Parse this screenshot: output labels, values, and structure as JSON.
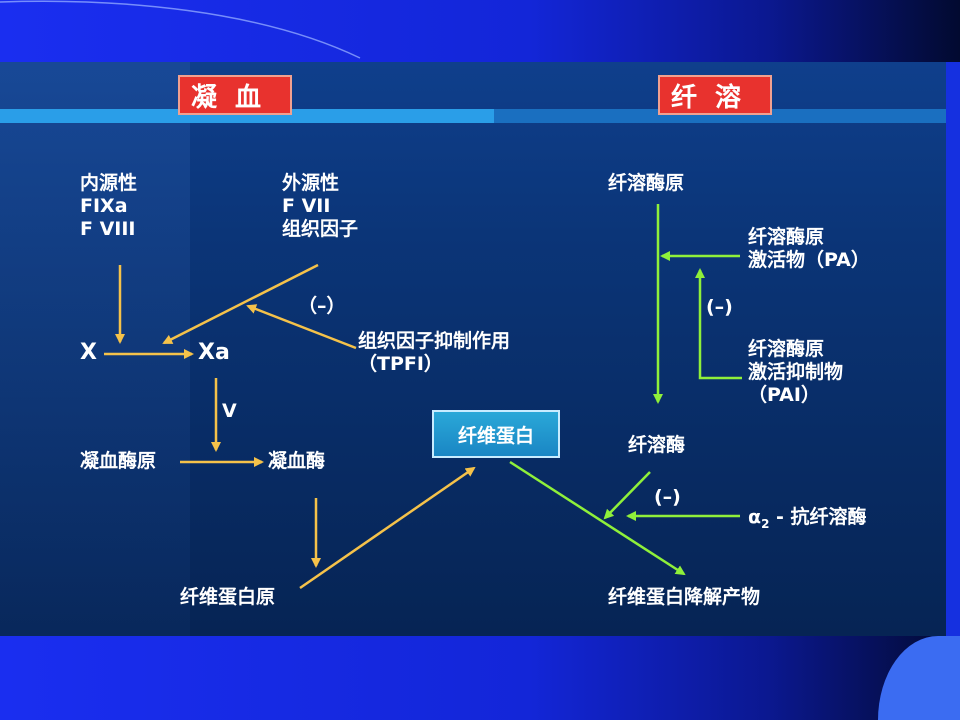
{
  "headings": {
    "coagulation": "凝血",
    "fibrinolysis": "纤溶"
  },
  "coag": {
    "intrinsic": [
      "内源性",
      "FIXa",
      "F VIII"
    ],
    "extrinsic": [
      "外源性",
      "F VII",
      "组织因子"
    ],
    "inhibit_sign": "（–）",
    "tfpi": [
      "组织因子抑制作用",
      "（TPFI）"
    ],
    "x": "X",
    "xa": "Xa",
    "v": "V",
    "prothrombin": "凝血酶原",
    "thrombin": "凝血酶",
    "fibrinogen": "纤维蛋白原",
    "fibrin": "纤维蛋白"
  },
  "fib": {
    "plasminogen": "纤溶酶原",
    "pa": [
      "纤溶酶原",
      "激活物（PA）"
    ],
    "inhibit_sign_1": "(–)",
    "pai": [
      "纤溶酶原",
      "激活抑制物",
      "（PAI）"
    ],
    "plasmin": "纤溶酶",
    "inhibit_sign_2": "(–)",
    "antiplasmin_alpha": "α",
    "antiplasmin_sub": "2",
    "antiplasmin_rest": " - 抗纤溶酶",
    "fdp": "纤维蛋白降解产物"
  },
  "colors": {
    "coag_arrow": "#f5c24a",
    "fib_arrow": "#8ff03a",
    "heading_box": "#e8322e",
    "fibrin_box": "#1a96d0"
  }
}
